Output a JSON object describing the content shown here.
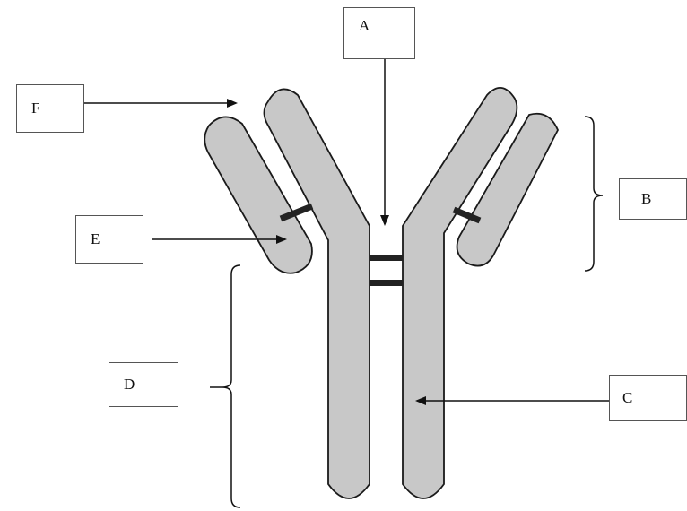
{
  "labels": {
    "a": "A",
    "b": "B",
    "c": "C",
    "d": "D",
    "e": "E",
    "f": "F"
  },
  "colors": {
    "chain_fill": "#c8c8c8",
    "outline": "#1a1a1a",
    "bond": "#222222"
  }
}
